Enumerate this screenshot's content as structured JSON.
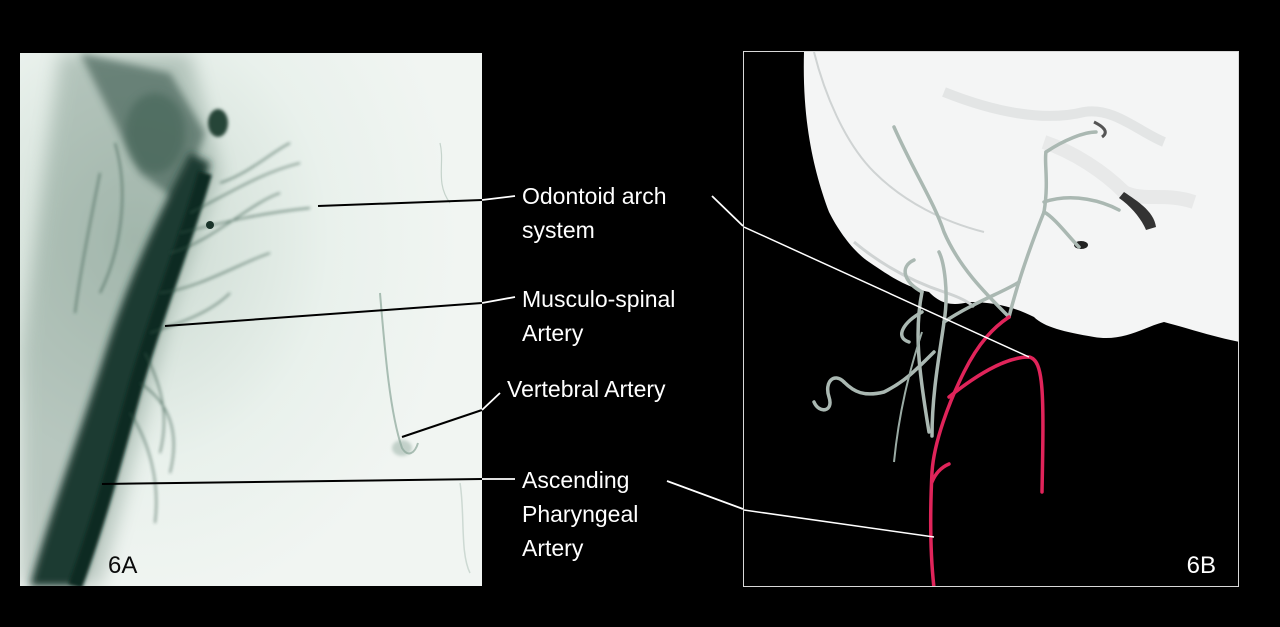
{
  "figure": {
    "panel_a_label": "6A",
    "panel_b_label": "6B"
  },
  "annotations": [
    {
      "id": "odontoid",
      "lines": [
        "Odontoid arch",
        "system"
      ]
    },
    {
      "id": "musculo",
      "lines": [
        "Musculo-spinal",
        "Artery"
      ]
    },
    {
      "id": "vertebral",
      "lines": [
        "Vertebral Artery"
      ]
    },
    {
      "id": "ascending",
      "lines": [
        "Ascending",
        "Pharyngeal",
        "Artery"
      ]
    }
  ],
  "colors": {
    "background": "#000000",
    "angiogram_bg": "#e8f1ea",
    "vessel_dark": "#1f3a30",
    "artery_red": "#e0245a",
    "artery_grey": "#aab8b2",
    "bone": "#f4f5f5"
  }
}
